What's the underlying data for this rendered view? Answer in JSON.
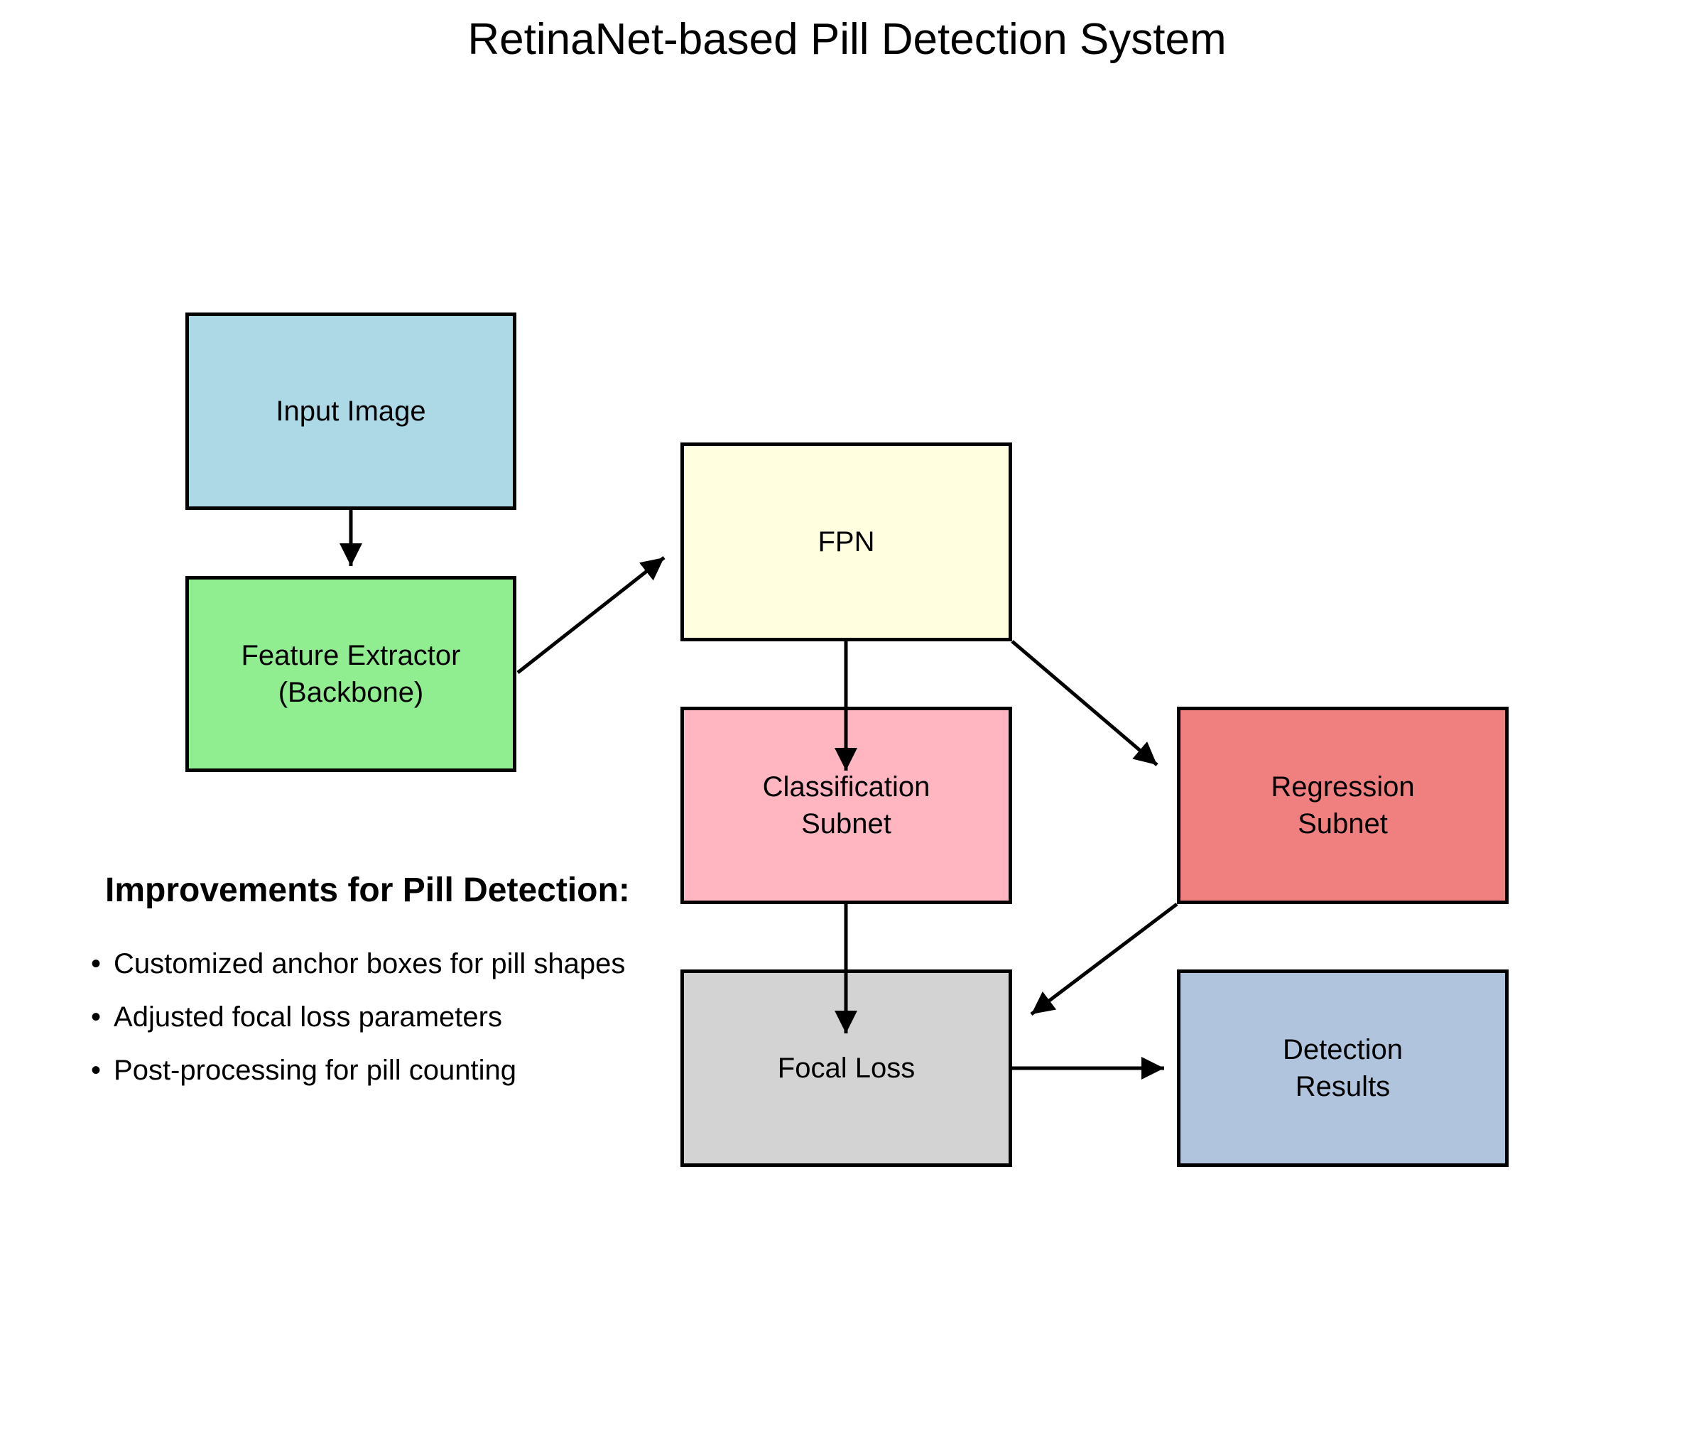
{
  "title": "RetinaNet-based Pill Detection System",
  "nodes": {
    "input_image": {
      "label": "Input Image",
      "fill": "#ADD8E6"
    },
    "feature_extractor": {
      "label": "Feature Extractor\n(Backbone)",
      "fill": "#90EE90"
    },
    "fpn": {
      "label": "FPN",
      "fill": "#FFFFE0"
    },
    "classification_subnet": {
      "label": "Classification\nSubnet",
      "fill": "#FFB6C1"
    },
    "regression_subnet": {
      "label": "Regression\nSubnet",
      "fill": "#F08080"
    },
    "focal_loss": {
      "label": "Focal Loss",
      "fill": "#D3D3D3"
    },
    "detection_results": {
      "label": "Detection\nResults",
      "fill": "#B0C4DE"
    }
  },
  "edges": [
    {
      "from": "input_image",
      "to": "feature_extractor"
    },
    {
      "from": "feature_extractor",
      "to": "fpn"
    },
    {
      "from": "fpn",
      "to": "classification_subnet"
    },
    {
      "from": "fpn",
      "to": "regression_subnet"
    },
    {
      "from": "classification_subnet",
      "to": "focal_loss"
    },
    {
      "from": "regression_subnet",
      "to": "focal_loss"
    },
    {
      "from": "focal_loss",
      "to": "detection_results"
    }
  ],
  "improvements": {
    "heading": "Improvements for Pill Detection:",
    "marker": "•",
    "items": [
      "Customized anchor boxes for pill shapes",
      "Adjusted focal loss parameters",
      "Post-processing for pill counting"
    ]
  },
  "colors": {
    "background": "#FFFFFF",
    "border": "#000000",
    "arrow": "#000000",
    "text": "#000000"
  }
}
